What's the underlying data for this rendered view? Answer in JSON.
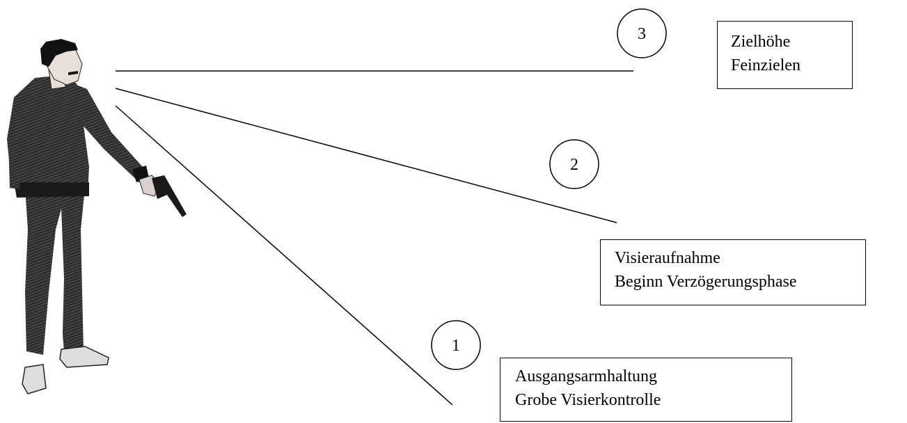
{
  "phases": [
    {
      "number": "3",
      "lines": [
        "Zielhöhe",
        "Feinzielen"
      ]
    },
    {
      "number": "2",
      "lines": [
        "Visieraufnahme",
        "Beginn Verzögerungsphase"
      ]
    },
    {
      "number": "1",
      "lines": [
        "Ausgangsarmhaltung",
        "Grobe Visierkontrolle"
      ]
    }
  ],
  "colors": {
    "ink": "#000000",
    "background": "#ffffff",
    "suit": "#3a3a3a",
    "stripe": "#111111",
    "skin": "#e8e0d8"
  }
}
